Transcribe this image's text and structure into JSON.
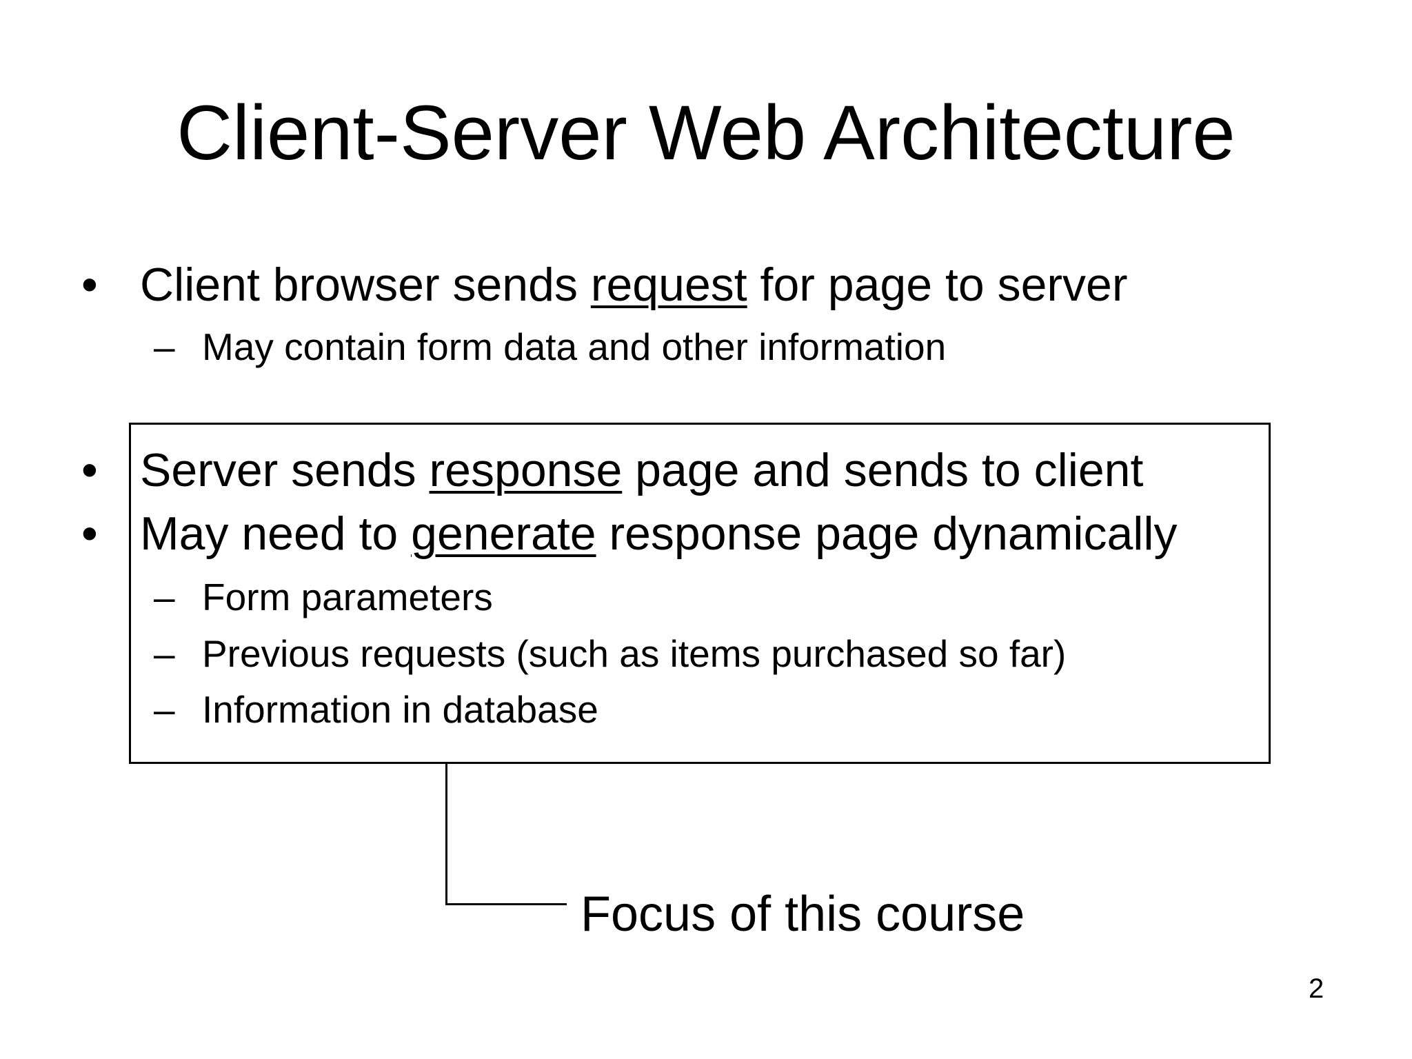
{
  "title": "Client-Server Web Architecture",
  "page_number": "2",
  "markers": {
    "bullet": "•",
    "dash": "–"
  },
  "bullets": [
    {
      "pre": "Client browser sends ",
      "underline": "request",
      "post": " for page to server",
      "subs": [
        "May contain form data and other information"
      ]
    }
  ],
  "box": {
    "bullets": [
      {
        "pre": "Server sends ",
        "underline": "response",
        "post": " page and sends to client"
      },
      {
        "pre": "May need to ",
        "underline": "generate",
        "post": " response page dynamically",
        "subs": [
          "Form parameters",
          "Previous requests (such as items purchased so far)",
          "Information in database"
        ]
      }
    ]
  },
  "callout": {
    "label": "Focus of this course"
  },
  "colors": {
    "text": "#000000",
    "background": "#ffffff",
    "line": "#000000"
  }
}
